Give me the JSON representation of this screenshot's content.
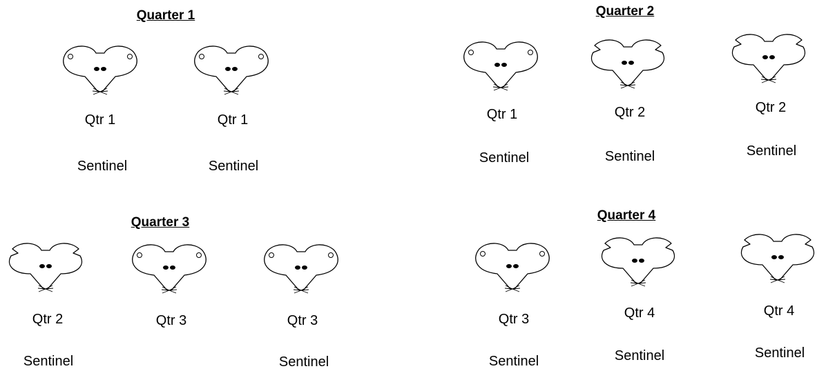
{
  "colors": {
    "ink": "#000000",
    "background": "#ffffff"
  },
  "groups": [
    {
      "heading": "Quarter 1",
      "mice": [
        {
          "ear_mark": "holes",
          "qtr_label": "Qtr 1",
          "sentinel_label": "Sentinel"
        },
        {
          "ear_mark": "holes",
          "qtr_label": "Qtr 1",
          "sentinel_label": "Sentinel"
        }
      ]
    },
    {
      "heading": "Quarter 2",
      "mice": [
        {
          "ear_mark": "holes",
          "qtr_label": "Qtr 1",
          "sentinel_label": "Sentinel"
        },
        {
          "ear_mark": "notches",
          "qtr_label": "Qtr 2",
          "sentinel_label": "Sentinel"
        },
        {
          "ear_mark": "notches",
          "qtr_label": "Qtr 2",
          "sentinel_label": "Sentinel"
        }
      ]
    },
    {
      "heading": "Quarter 3",
      "mice": [
        {
          "ear_mark": "notches",
          "qtr_label": "Qtr 2",
          "sentinel_label": "Sentinel"
        },
        {
          "ear_mark": "holes",
          "qtr_label": "Qtr 3",
          "sentinel_label": ""
        },
        {
          "ear_mark": "holes",
          "qtr_label": "Qtr 3",
          "sentinel_label": "Sentinel"
        }
      ]
    },
    {
      "heading": "Quarter 4",
      "mice": [
        {
          "ear_mark": "holes",
          "qtr_label": "Qtr 3",
          "sentinel_label": "Sentinel"
        },
        {
          "ear_mark": "notches",
          "qtr_label": "Qtr 4",
          "sentinel_label": "Sentinel"
        },
        {
          "ear_mark": "notches",
          "qtr_label": "Qtr 4",
          "sentinel_label": "Sentinel"
        }
      ]
    }
  ]
}
